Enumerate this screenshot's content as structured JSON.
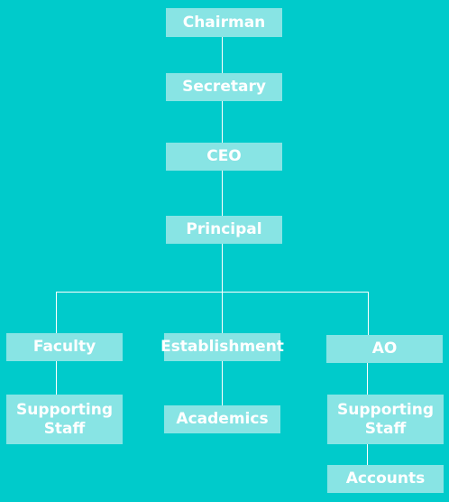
{
  "chart": {
    "chairman": "Chairman",
    "secretary": "Secretary",
    "ceo": "CEO",
    "principal": "Principal",
    "faculty": "Faculty",
    "establishment": "Establishment",
    "ao": "AO",
    "faculty_supporting_staff": "Supporting Staff",
    "academics": "Academics",
    "ao_supporting_staff": "Supporting Staff",
    "accounts": "Accounts"
  },
  "colors": {
    "background": "#00CBCB",
    "box": "#88E4E4",
    "text": "#FFFFFF",
    "connector": "#FFFFFF"
  }
}
